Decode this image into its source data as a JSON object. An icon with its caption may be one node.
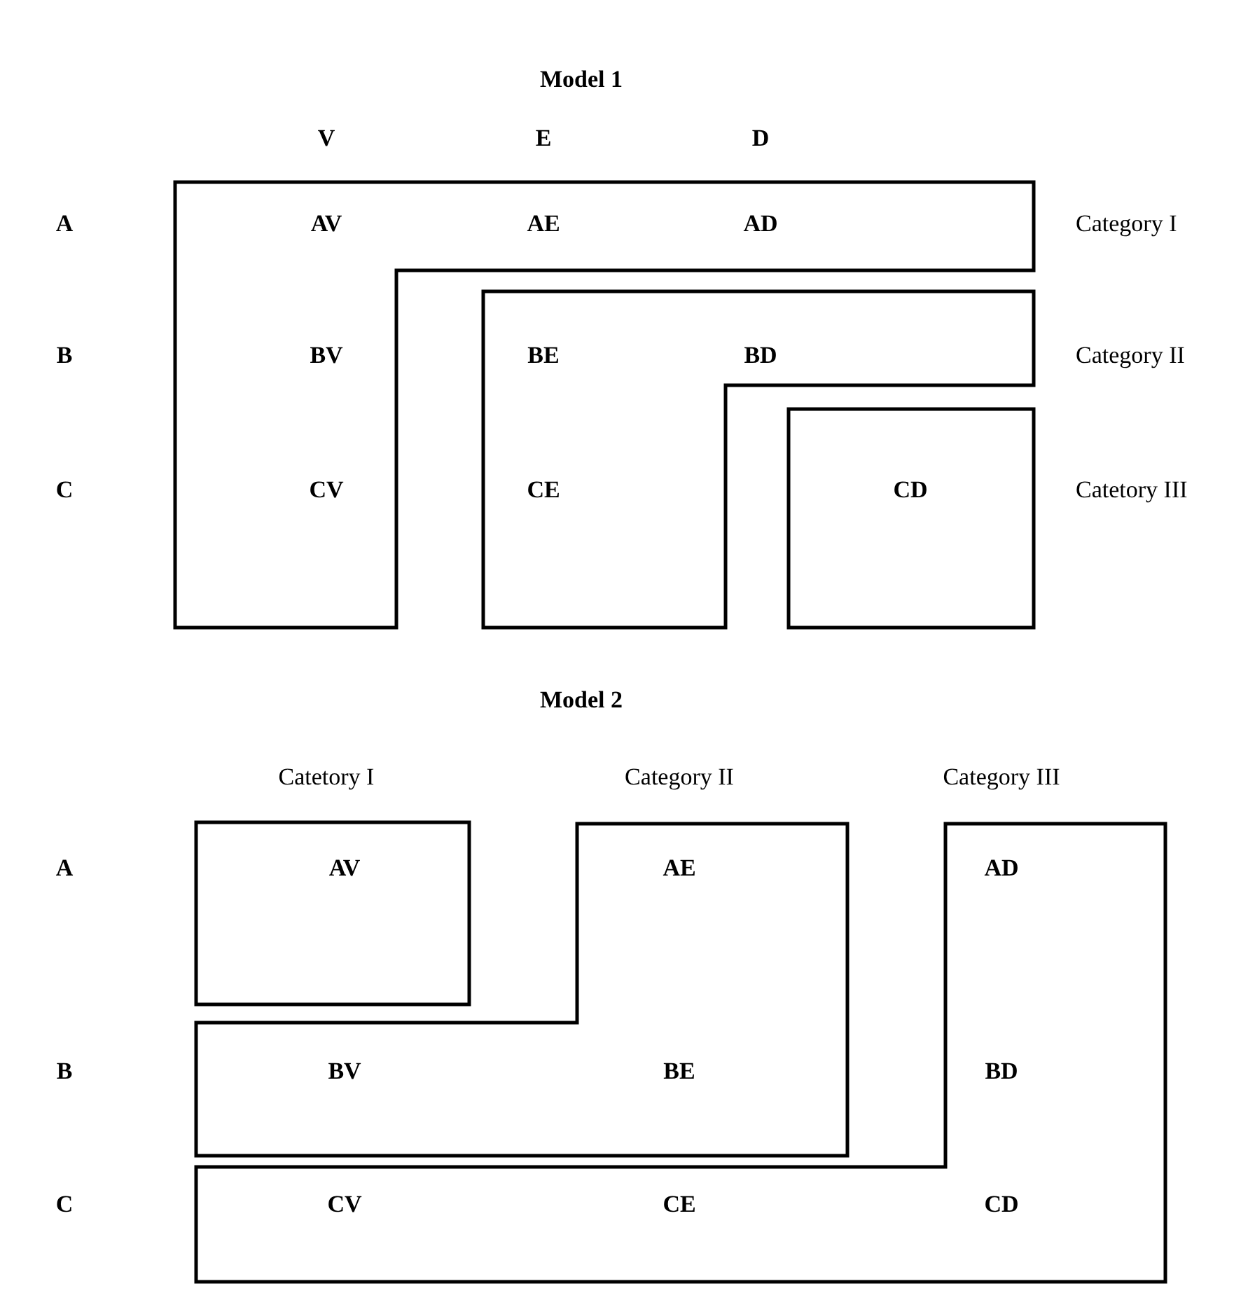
{
  "diagram": {
    "nodes": [
      {
        "text": [
          "AV",
          "AE",
          "AD",
          "BV",
          "CV"
        ],
        "beside": [
          "Category I"
        ]
      },
      {
        "text": [
          "BE",
          "BD",
          "CE"
        ],
        "beside": [
          "Category II"
        ]
      },
      {
        "text": [
          "CD"
        ],
        "beside": [
          "Catetory III"
        ]
      },
      {
        "text": [
          "AV"
        ]
      },
      {
        "text": [
          "AE",
          "BV",
          "BE"
        ]
      },
      {
        "text": [
          "AD",
          "BD",
          "CV",
          "CE",
          "CD"
        ]
      }
    ],
    "edges": [],
    "labels": [
      "Model 1",
      "V",
      "E",
      "D",
      "A",
      "B",
      "C",
      "Model 2",
      "Catetory I",
      "Category II",
      "Category III",
      "A",
      "B",
      "C"
    ]
  }
}
